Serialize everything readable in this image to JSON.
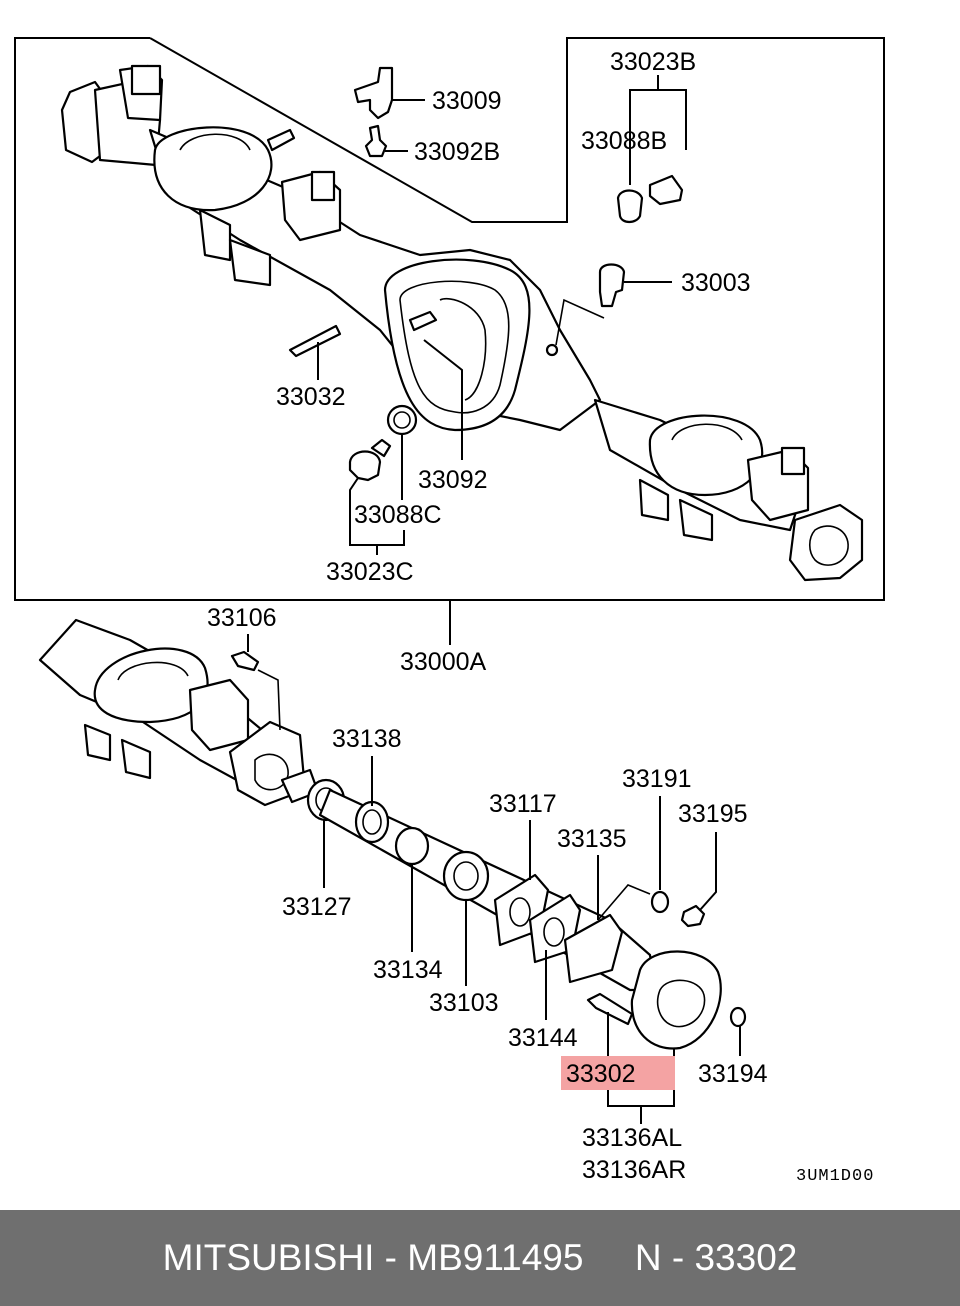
{
  "labels": {
    "p33009": "33009",
    "p33092B": "33092B",
    "p33023B": "33023B",
    "p33088B": "33088B",
    "p33003": "33003",
    "p33032": "33032",
    "p33092": "33092",
    "p33088C": "33088C",
    "p33023C": "33023C",
    "p33000A": "33000A",
    "p33106": "33106",
    "p33138": "33138",
    "p33117": "33117",
    "p33191": "33191",
    "p33195": "33195",
    "p33135": "33135",
    "p33127": "33127",
    "p33134": "33134",
    "p33103": "33103",
    "p33144": "33144",
    "p33302": "33302",
    "p33194": "33194",
    "p33136AL": "33136AL",
    "p33136AR": "33136AR"
  },
  "diagram_code": "3UM1D00",
  "highlight_color": "#f4a3a3",
  "footer": {
    "text": "MITSUBISHI - MB911495     N - 33302"
  }
}
